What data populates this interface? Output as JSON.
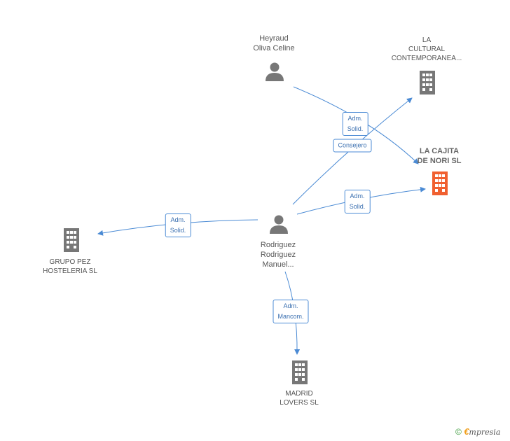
{
  "colors": {
    "edge": "#4a8ad4",
    "person_icon": "#777777",
    "building_icon": "#777777",
    "highlight_building": "#f06030"
  },
  "nodes": {
    "heyraud": {
      "line1": "Heyraud",
      "line2": "Oliva Celine",
      "icon": "person-icon"
    },
    "la_cultural": {
      "line1": "LA",
      "line2": "CULTURAL",
      "line3": "CONTEMPORANEA...",
      "icon": "building-icon"
    },
    "la_cajita": {
      "line1": "LA CAJITA",
      "line2": "DE NORI SL",
      "icon": "building-icon"
    },
    "rodriguez": {
      "line1": "Rodriguez",
      "line2": "Rodriguez",
      "line3": "Manuel...",
      "icon": "person-icon"
    },
    "grupo_pez": {
      "line1": "GRUPO PEZ",
      "line2": "HOSTELERIA SL",
      "icon": "building-icon"
    },
    "madrid_lovers": {
      "line1": "MADRID",
      "line2": "LOVERS SL",
      "icon": "building-icon"
    }
  },
  "edges": {
    "heyraud_cajita": {
      "line1": "Adm.",
      "line2": "Solid."
    },
    "rodriguez_cultural": {
      "line1": "Consejero"
    },
    "rodriguez_cajita": {
      "line1": "Adm.",
      "line2": "Solid."
    },
    "rodriguez_grupo": {
      "line1": "Adm.",
      "line2": "Solid."
    },
    "rodriguez_madrid": {
      "line1": "Adm.",
      "line2": "Mancom."
    }
  },
  "footer": {
    "copyright": "©",
    "brand_first": "€",
    "brand_rest": "mpresia"
  }
}
